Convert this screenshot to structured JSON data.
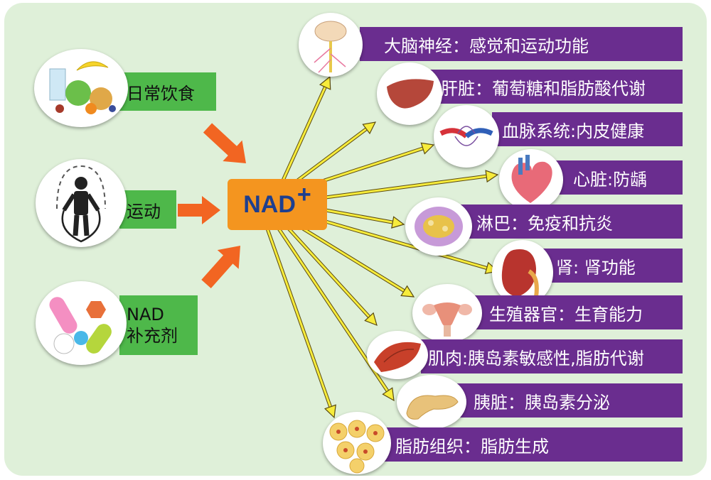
{
  "center": {
    "label": "NAD",
    "superscript": "+"
  },
  "sources": [
    {
      "label": "日常饮食",
      "icon": "food-icon"
    },
    {
      "label": "运动",
      "icon": "jump-rope-icon"
    },
    {
      "label_line1": "NAD",
      "label_line2": "补充剂",
      "icon": "supplement-pills-icon"
    }
  ],
  "targets": [
    {
      "label": "大脑神经：感觉和运动功能",
      "icon": "brain-nerve-icon"
    },
    {
      "label": "肝脏：葡萄糖和脂肪酸代谢",
      "icon": "liver-icon"
    },
    {
      "label": "血脉系统:内皮健康",
      "icon": "blood-vessel-icon"
    },
    {
      "label": "心脏:防龋",
      "icon": "heart-icon"
    },
    {
      "label": "淋巴：免疫和抗炎",
      "icon": "lymph-node-icon"
    },
    {
      "label": "肾: 肾功能",
      "icon": "kidney-icon"
    },
    {
      "label": "生殖器官：生育能力",
      "icon": "reproductive-organ-icon"
    },
    {
      "label": "肌肉:胰岛素敏感性,脂肪代谢",
      "icon": "muscle-icon"
    },
    {
      "label": "胰脏：胰岛素分泌",
      "icon": "pancreas-icon"
    },
    {
      "label": "脂肪组织：脂肪生成",
      "icon": "fat-tissue-icon"
    }
  ],
  "colors": {
    "background": "#dff0d9",
    "source_label": "#4eb84a",
    "target_bar": "#6a2d8f",
    "center_box": "#f4951f",
    "center_text": "#1e3f8f",
    "input_arrow": "#f26522",
    "output_arrow": "#f7ec3b"
  }
}
